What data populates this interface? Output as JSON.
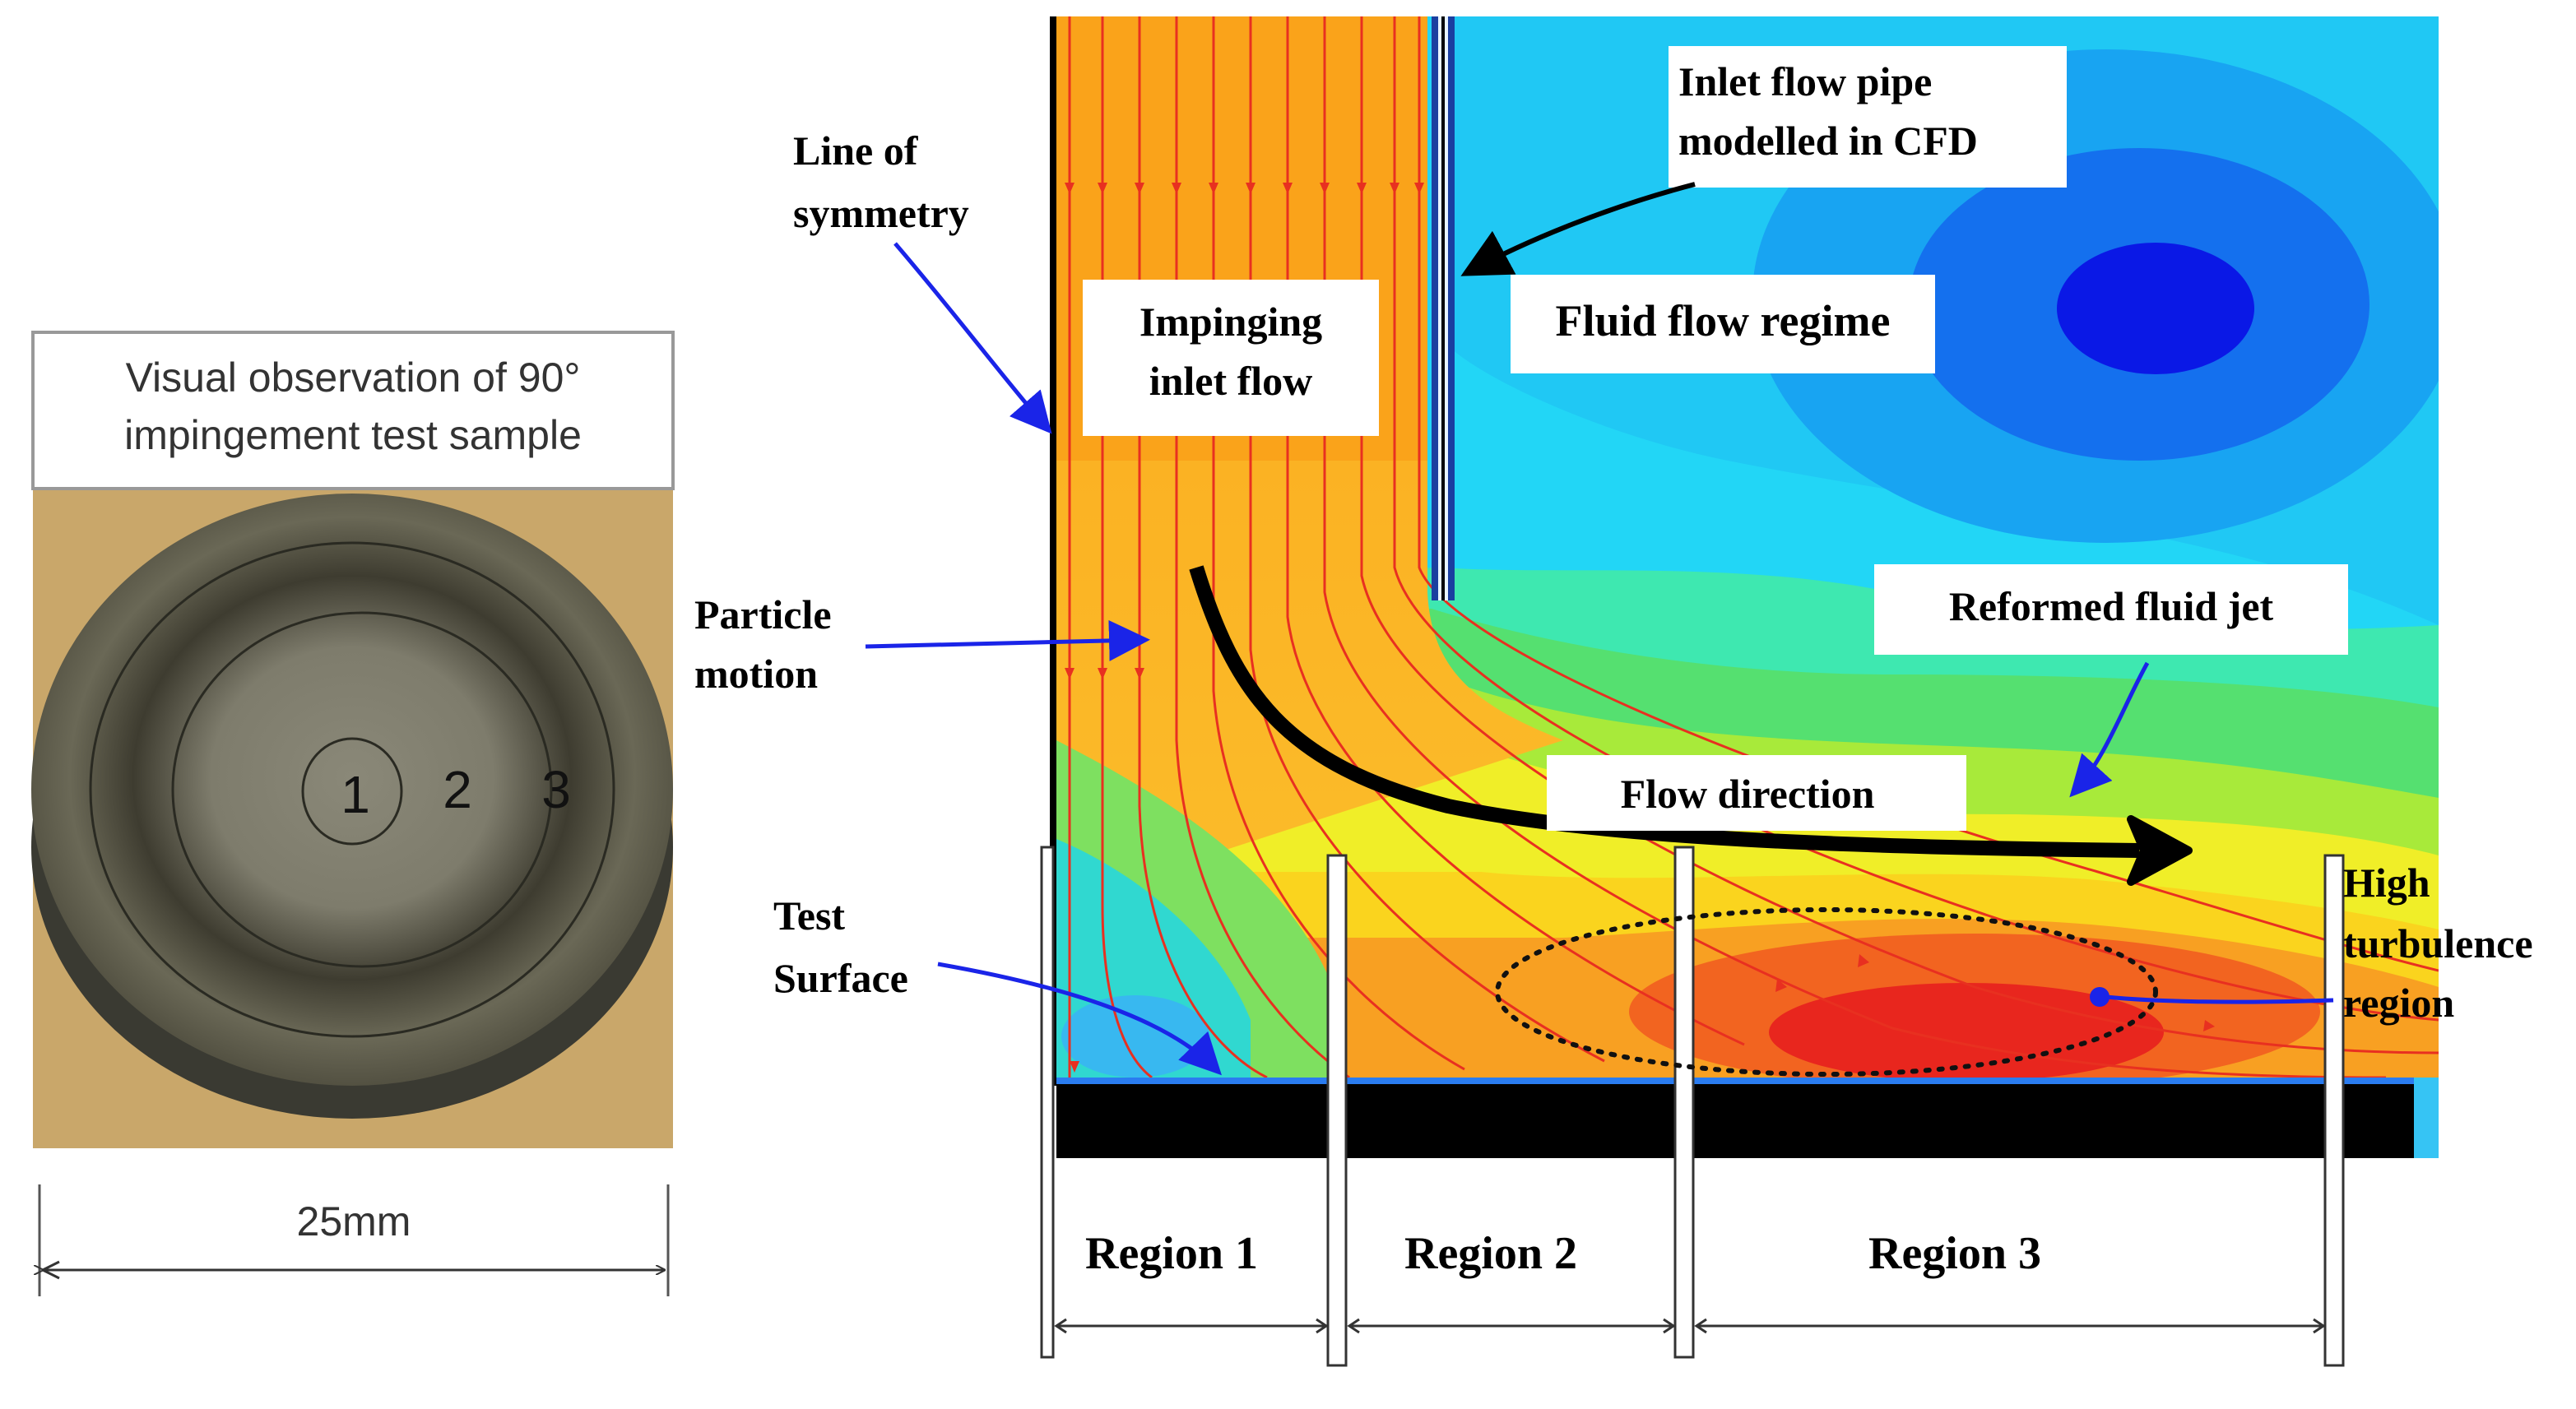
{
  "photo": {
    "caption_line1": "Visual observation of 90°",
    "caption_line2": "impingement test sample",
    "ring_labels": [
      "1",
      "2",
      "3"
    ],
    "dimension_label": "25mm"
  },
  "cfd": {
    "labels": {
      "symmetry_line1": "Line of",
      "symmetry_line2": "symmetry",
      "pipe_line1": "Inlet flow pipe",
      "pipe_line2": "modelled in CFD",
      "impinging_line1": "Impinging",
      "impinging_line2": "inlet flow",
      "regime": "Fluid flow regime",
      "particle_line1": "Particle",
      "particle_line2": "motion",
      "reformed_jet": "Reformed fluid jet",
      "flow_direction": "Flow direction",
      "test_line1": "Test",
      "test_line2": "Surface",
      "turbulence_line1": "High",
      "turbulence_line2": "turbulence",
      "turbulence_line3": "region"
    },
    "regions": [
      "Region 1",
      "Region 2",
      "Region 3"
    ],
    "colors": {
      "inlet_flow": "#f9a81a",
      "high_turbulence": "#e8261e",
      "regime_low": "#0a2cf0",
      "regime_mid": "#1ed0f5",
      "streamline": "#e83020",
      "annotation_arrow": "#1a24e8"
    }
  }
}
